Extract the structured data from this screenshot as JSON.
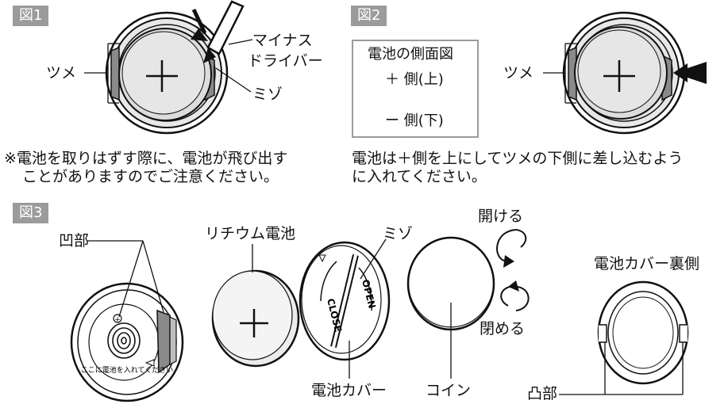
{
  "fig1": {
    "tag": "図1",
    "tsume": "ツメ",
    "minus": "マイナス",
    "driver": "ドライバー",
    "mizo": "ミゾ",
    "note_line1": "※電池を取りはずす際に、電池が飛び出す",
    "note_line2": "ことがありますのでご注意ください。"
  },
  "fig2": {
    "tag": "図2",
    "side_title": "電池の側面図",
    "plus_side": "＋ 側(上)",
    "minus_side": "ー 側(下)",
    "tsume": "ツメ",
    "note_line1": "電池は＋側を上にしてツメの下側に差し込むよう",
    "note_line2": "に入れてください。"
  },
  "fig3": {
    "tag": "図3",
    "outoubu": "凹部",
    "lithium": "リチウム電池",
    "mizo": "ミゾ",
    "open_text": "開ける",
    "close_text": "閉める",
    "cover": "電池カバー",
    "coin": "コイン",
    "cover_back": "電池カバー裏側",
    "totsubu": "凸部",
    "cover_open": "OPEN",
    "cover_close": "CLOSE",
    "holder_text": "ここに電池を入れてください"
  }
}
